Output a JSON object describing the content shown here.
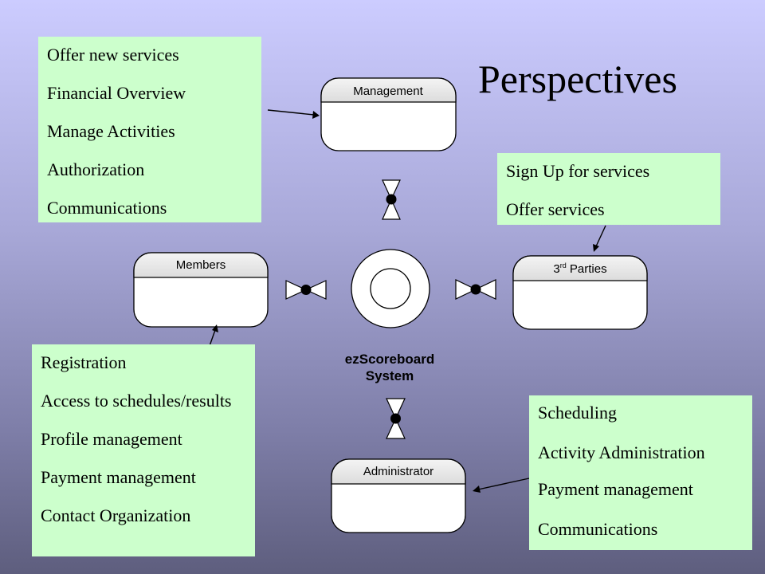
{
  "title": "Perspectives",
  "diagram": {
    "actors": {
      "management": "Management",
      "members": "Members",
      "third_parties_prefix": "3",
      "third_parties_sup": "rd",
      "third_parties_suffix": " Parties",
      "administrator": "Administrator"
    },
    "system": {
      "line1": "ezScoreboard",
      "line2": "System"
    }
  },
  "notes": {
    "management": [
      "Offer new services",
      "Financial Overview",
      "Manage Activities",
      "Authorization",
      "Communications"
    ],
    "third_parties": [
      "Sign Up for services",
      "Offer services"
    ],
    "members": [
      "Registration",
      "Access to schedules/results",
      "Profile management",
      "Payment management",
      "Contact Organization"
    ],
    "administrator": [
      "Scheduling",
      "Activity Administration",
      "Payment management",
      "Communications"
    ]
  },
  "colors": {
    "note_background": "#ccffcc",
    "actor_header": "#e6e6e6",
    "background_top": "#ccccff",
    "background_bottom": "#5e5e7e"
  }
}
